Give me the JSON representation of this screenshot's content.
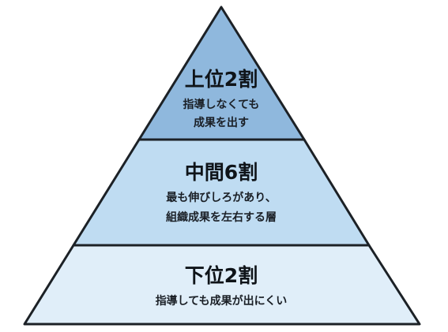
{
  "colors": {
    "outline": "#1c2126",
    "tier_top_fill": "#8fb8dd",
    "tier_middle_fill": "#bfdcf2",
    "tier_bottom_fill": "#e0eef9"
  },
  "tiers": [
    {
      "title": "上位2割",
      "desc_line1": "指導しなくても",
      "desc_line2": "成果を出す"
    },
    {
      "title": "中間6割",
      "desc_line1": "最も伸びしろがあり、",
      "desc_line2": "組織成果を左右する層"
    },
    {
      "title": "下位2割",
      "desc_line1": "指導しても成果が出にくい",
      "desc_line2": ""
    }
  ]
}
